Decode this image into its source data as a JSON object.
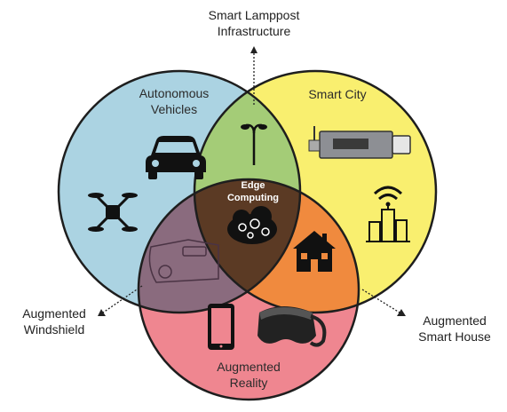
{
  "diagram": {
    "circles": [
      {
        "id": "autonomous",
        "label_line1": "Autonomous",
        "label_line2": "Vehicles",
        "color": "#abd3e2"
      },
      {
        "id": "smartcity",
        "label_line1": "Smart City",
        "label_line2": "",
        "color": "#f9ef6f"
      },
      {
        "id": "ar",
        "label_line1": "Augmented",
        "label_line2": "Reality",
        "color": "#ef8690"
      }
    ],
    "overlap_colors": {
      "autonomous_smartcity": "#a4cc77",
      "autonomous_ar": "#8a6b7e",
      "smartcity_ar": "#f08a3e",
      "center": "#5b3a24"
    },
    "center_label": {
      "line1": "Edge",
      "line2": "Computing"
    },
    "annotations": {
      "top": {
        "line1": "Smart Lamppost",
        "line2": "Infrastructure"
      },
      "left": {
        "line1": "Augmented",
        "line2": "Windshield"
      },
      "right": {
        "line1": "Augmented",
        "line2": "Smart House"
      }
    },
    "icons": [
      "car-icon",
      "drone-icon",
      "streetlamp-icon",
      "lamppost-device-icon",
      "wifi-icon",
      "city-buildings-icon",
      "windshield-icon",
      "cloud-gears-icon",
      "house-icon",
      "tablet-icon",
      "vr-headset-icon"
    ]
  }
}
